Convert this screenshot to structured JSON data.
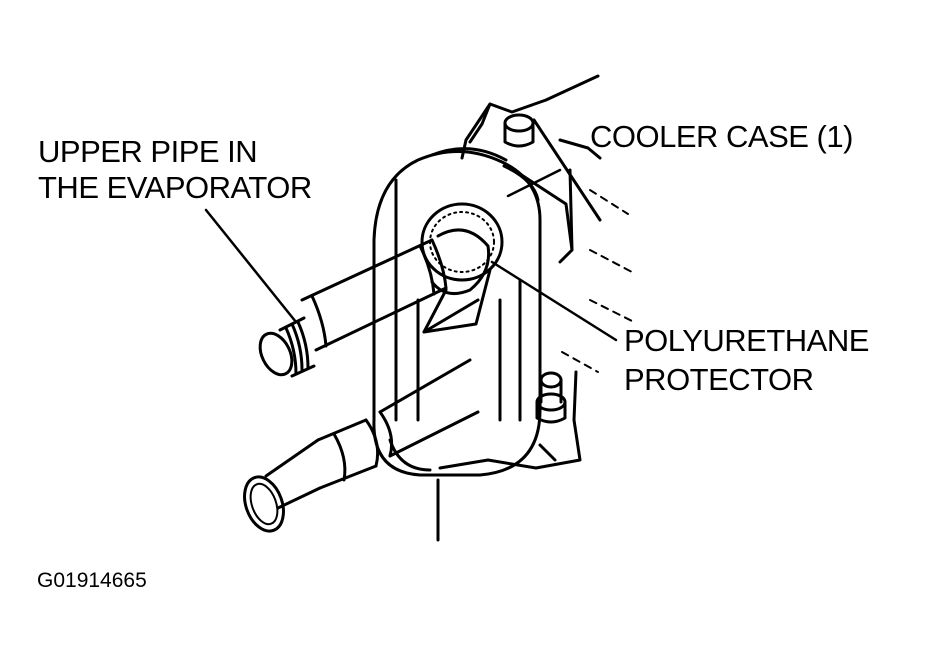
{
  "labels": {
    "upper_pipe_line1": "UPPER PIPE IN",
    "upper_pipe_line2": "THE EVAPORATOR",
    "cooler_case": "COOLER CASE (1)",
    "protector_line1": "POLYURETHANE",
    "protector_line2": "PROTECTOR"
  },
  "figure_code": "G01914665",
  "colors": {
    "ink": "#000000",
    "paper": "#ffffff"
  }
}
